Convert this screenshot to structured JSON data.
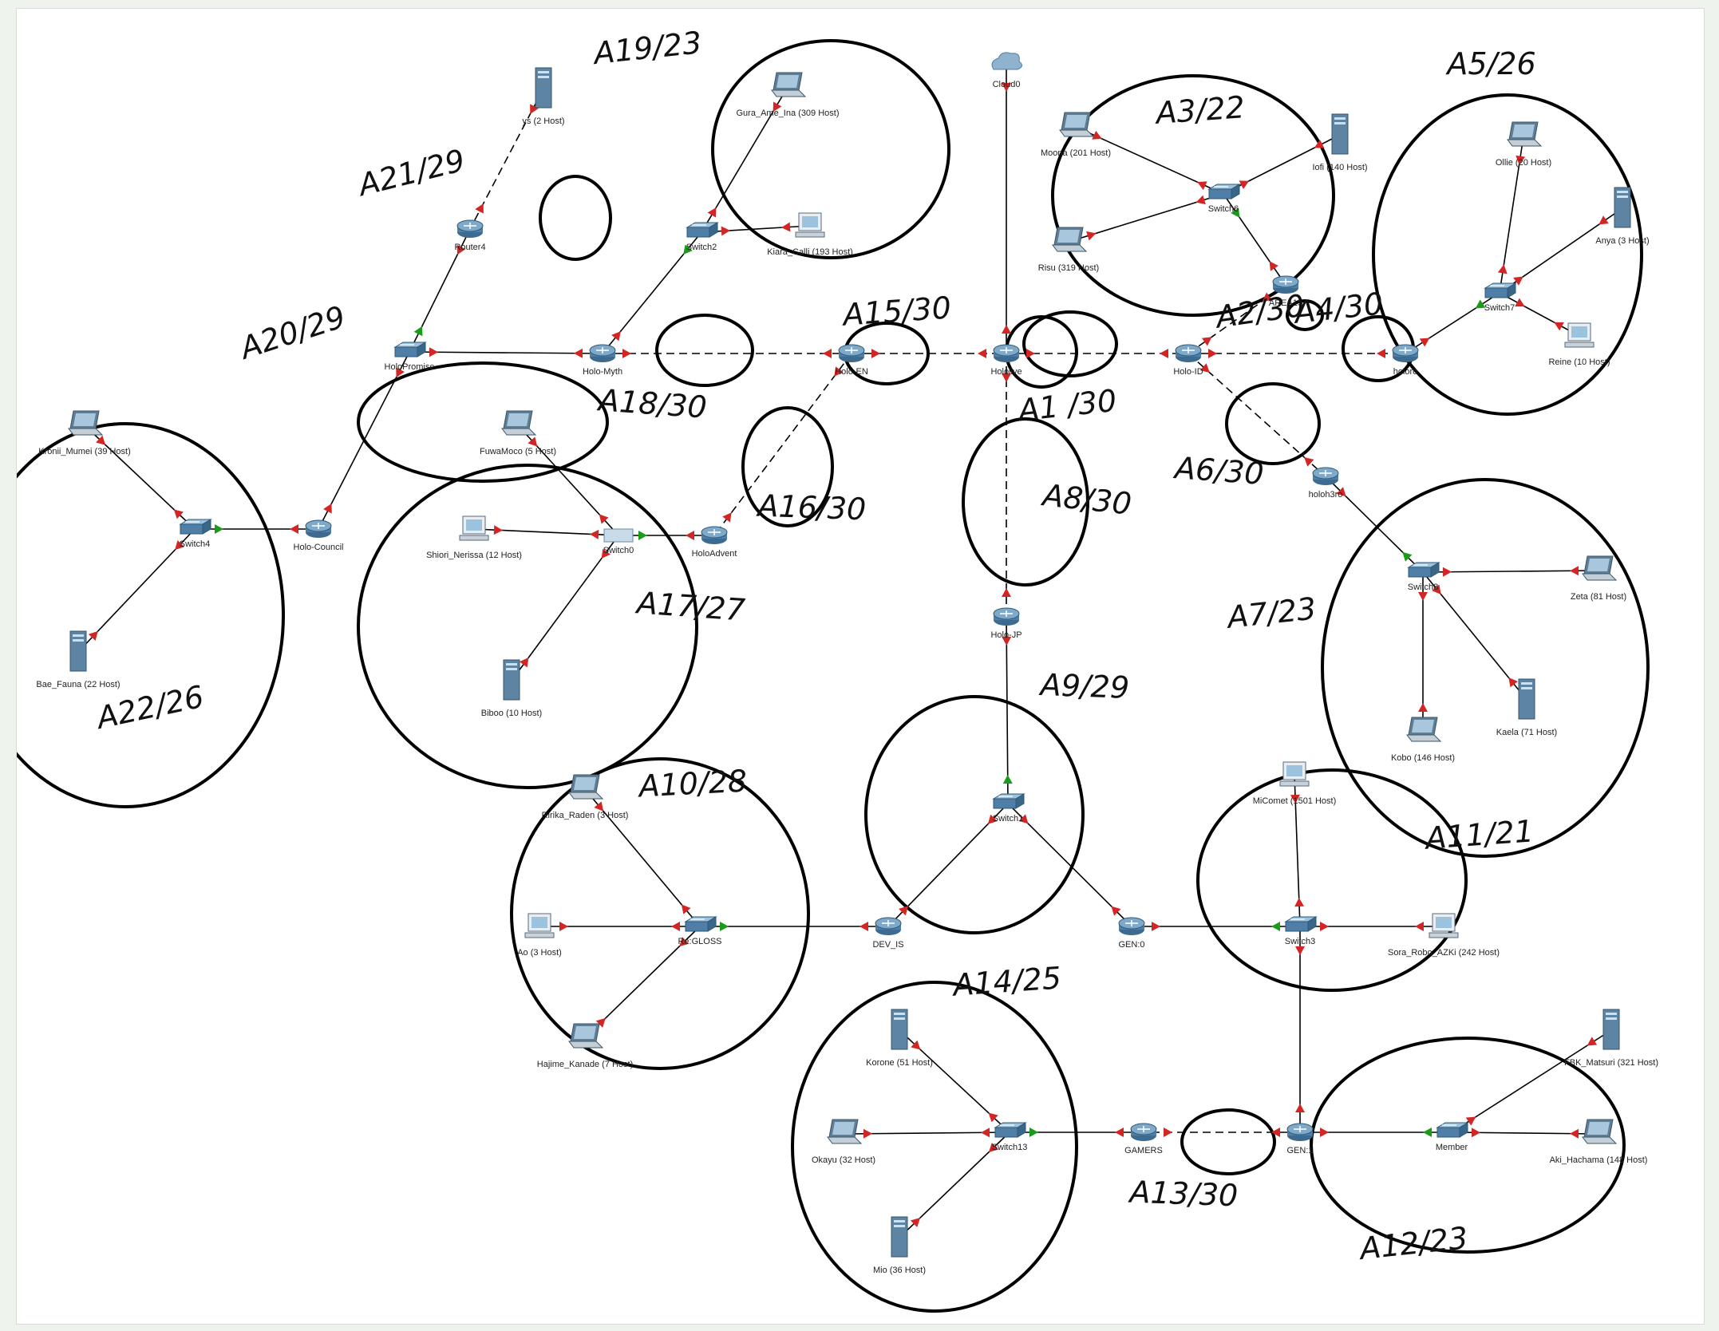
{
  "colors": {
    "port_up": "#1a9b1a",
    "port_down": "#d42525",
    "device_blue": "#4f7fa6",
    "ink": "#000000"
  },
  "nodes": [
    {
      "id": "cloud0",
      "type": "cloud",
      "label": "Cloud0"
    },
    {
      "id": "sys",
      "type": "server",
      "label": "ys (2 Host)"
    },
    {
      "id": "router4",
      "type": "router",
      "label": "Router4"
    },
    {
      "id": "holopromise",
      "type": "switch",
      "label": "HoloPromise"
    },
    {
      "id": "holocouncil",
      "type": "router",
      "label": "Holo-Council"
    },
    {
      "id": "switch4",
      "type": "switch",
      "label": "Switch4"
    },
    {
      "id": "kronii",
      "type": "laptop",
      "label": "Kronii_Mumei (39 Host)"
    },
    {
      "id": "fauna",
      "type": "server",
      "label": "Bae_Fauna (22 Host)"
    },
    {
      "id": "holomyth",
      "type": "router",
      "label": "Holo-Myth"
    },
    {
      "id": "switch2",
      "type": "switch",
      "label": "Switch2"
    },
    {
      "id": "gura",
      "type": "laptop",
      "label": "Gura_Ame_Ina (309 Host)"
    },
    {
      "id": "kiara",
      "type": "pc",
      "label": "Kiara_Calli (193 Host)"
    },
    {
      "id": "holoen",
      "type": "router",
      "label": "Holo-EN"
    },
    {
      "id": "holoadvent",
      "type": "router",
      "label": "HoloAdvent"
    },
    {
      "id": "switch0",
      "type": "hub",
      "label": "Switch0"
    },
    {
      "id": "fuwamoco",
      "type": "laptop",
      "label": "FuwaMoco (5 Host)"
    },
    {
      "id": "shiori",
      "type": "pc",
      "label": "Shiori_Nerissa (12 Host)"
    },
    {
      "id": "biboo",
      "type": "server",
      "label": "Biboo (10 Host)"
    },
    {
      "id": "hololive",
      "type": "router",
      "label": "Hololive"
    },
    {
      "id": "holoid",
      "type": "router",
      "label": "Holo-ID"
    },
    {
      "id": "area15",
      "type": "router",
      "label": "AREA15"
    },
    {
      "id": "switch6",
      "type": "switch",
      "label": "Switch6"
    },
    {
      "id": "moona",
      "type": "laptop",
      "label": "Moona (201 Host)"
    },
    {
      "id": "iofi",
      "type": "server",
      "label": "Iofi (140 Host)"
    },
    {
      "id": "risu",
      "type": "laptop",
      "label": "Risu (319 Host)"
    },
    {
      "id": "holoro",
      "type": "router",
      "label": "holoro"
    },
    {
      "id": "switch7",
      "type": "switch",
      "label": "Switch7"
    },
    {
      "id": "ollie",
      "type": "laptop",
      "label": "Ollie (20 Host)"
    },
    {
      "id": "anya",
      "type": "server",
      "label": "Anya (3 Host)"
    },
    {
      "id": "reine",
      "type": "pc",
      "label": "Reine (10 Host)"
    },
    {
      "id": "holoh3ro",
      "type": "router",
      "label": "holoh3ro"
    },
    {
      "id": "switch8",
      "type": "switch",
      "label": "Switch8"
    },
    {
      "id": "zeta",
      "type": "laptop",
      "label": "Zeta (81 Host)"
    },
    {
      "id": "kaela",
      "type": "server",
      "label": "Kaela (71 Host)"
    },
    {
      "id": "kobo",
      "type": "laptop",
      "label": "Kobo (146 Host)"
    },
    {
      "id": "holojp",
      "type": "router",
      "label": "Holo-JP"
    },
    {
      "id": "switch1",
      "type": "switch",
      "label": "Switch1"
    },
    {
      "id": "devis",
      "type": "router",
      "label": "DEV_IS"
    },
    {
      "id": "reglos",
      "type": "switch",
      "label": "Re:GLOSS"
    },
    {
      "id": "ririka",
      "type": "laptop",
      "label": "Ririka_Raden (3 Host)"
    },
    {
      "id": "ao",
      "type": "pc",
      "label": "Ao (3 Host)"
    },
    {
      "id": "hajime",
      "type": "laptop",
      "label": "Hajime_Kanade (7 Host)"
    },
    {
      "id": "gen0",
      "type": "router",
      "label": "GEN:0"
    },
    {
      "id": "switch3",
      "type": "switch",
      "label": "Switch3"
    },
    {
      "id": "micomet",
      "type": "pc",
      "label": "MiComet (1501 Host)"
    },
    {
      "id": "sora",
      "type": "pc",
      "label": "Sora_Robo_AZKi (242 Host)"
    },
    {
      "id": "gen1",
      "type": "router",
      "label": "GEN:1"
    },
    {
      "id": "gamers",
      "type": "router",
      "label": "GAMERS"
    },
    {
      "id": "switch13",
      "type": "switch",
      "label": "Switch13"
    },
    {
      "id": "korone",
      "type": "server",
      "label": "Korone (51 Host)"
    },
    {
      "id": "okayu",
      "type": "laptop",
      "label": "Okayu (32 Host)"
    },
    {
      "id": "mio",
      "type": "server",
      "label": "Mio (36 Host)"
    },
    {
      "id": "member",
      "type": "switch",
      "label": "Member"
    },
    {
      "id": "fbk",
      "type": "server",
      "label": "FBK_Matsuri (321 Host)"
    },
    {
      "id": "aki",
      "type": "laptop",
      "label": "Aki_Hachama (148 Host)"
    }
  ],
  "links": [
    {
      "from": "cloud0",
      "to": "hololive",
      "style": "solid"
    },
    {
      "from": "sys",
      "to": "router4",
      "style": "dashed"
    },
    {
      "from": "router4",
      "to": "holopromise",
      "style": "solid"
    },
    {
      "from": "holopromise",
      "to": "holocouncil",
      "style": "solid"
    },
    {
      "from": "holocouncil",
      "to": "switch4",
      "style": "solid"
    },
    {
      "from": "switch4",
      "to": "kronii",
      "style": "solid"
    },
    {
      "from": "switch4",
      "to": "fauna",
      "style": "solid"
    },
    {
      "from": "holopromise",
      "to": "holomyth",
      "style": "solid"
    },
    {
      "from": "holomyth",
      "to": "switch2",
      "style": "solid"
    },
    {
      "from": "switch2",
      "to": "gura",
      "style": "solid"
    },
    {
      "from": "switch2",
      "to": "kiara",
      "style": "solid"
    },
    {
      "from": "holomyth",
      "to": "holoen",
      "style": "dashed"
    },
    {
      "from": "holoen",
      "to": "hololive",
      "style": "dashed"
    },
    {
      "from": "holoen",
      "to": "holoadvent",
      "style": "dashed"
    },
    {
      "from": "holoadvent",
      "to": "switch0",
      "style": "solid"
    },
    {
      "from": "switch0",
      "to": "fuwamoco",
      "style": "solid"
    },
    {
      "from": "switch0",
      "to": "shiori",
      "style": "solid"
    },
    {
      "from": "switch0",
      "to": "biboo",
      "style": "solid"
    },
    {
      "from": "hololive",
      "to": "holoid",
      "style": "dashed"
    },
    {
      "from": "holoid",
      "to": "area15",
      "style": "dashed"
    },
    {
      "from": "area15",
      "to": "switch6",
      "style": "solid"
    },
    {
      "from": "switch6",
      "to": "moona",
      "style": "solid"
    },
    {
      "from": "switch6",
      "to": "iofi",
      "style": "solid"
    },
    {
      "from": "switch6",
      "to": "risu",
      "style": "solid"
    },
    {
      "from": "holoid",
      "to": "holoro",
      "style": "dashed"
    },
    {
      "from": "holoro",
      "to": "switch7",
      "style": "solid"
    },
    {
      "from": "switch7",
      "to": "ollie",
      "style": "solid"
    },
    {
      "from": "switch7",
      "to": "anya",
      "style": "solid"
    },
    {
      "from": "switch7",
      "to": "reine",
      "style": "solid"
    },
    {
      "from": "holoid",
      "to": "holoh3ro",
      "style": "dashed"
    },
    {
      "from": "holoh3ro",
      "to": "switch8",
      "style": "solid"
    },
    {
      "from": "switch8",
      "to": "zeta",
      "style": "solid"
    },
    {
      "from": "switch8",
      "to": "kaela",
      "style": "solid"
    },
    {
      "from": "switch8",
      "to": "kobo",
      "style": "solid"
    },
    {
      "from": "hololive",
      "to": "holojp",
      "style": "dashed"
    },
    {
      "from": "holojp",
      "to": "switch1",
      "style": "solid"
    },
    {
      "from": "switch1",
      "to": "devis",
      "style": "solid"
    },
    {
      "from": "switch1",
      "to": "gen0",
      "style": "solid"
    },
    {
      "from": "devis",
      "to": "reglos",
      "style": "solid"
    },
    {
      "from": "reglos",
      "to": "ririka",
      "style": "solid"
    },
    {
      "from": "reglos",
      "to": "ao",
      "style": "solid"
    },
    {
      "from": "reglos",
      "to": "hajime",
      "style": "solid"
    },
    {
      "from": "gen0",
      "to": "switch3",
      "style": "solid"
    },
    {
      "from": "switch3",
      "to": "micomet",
      "style": "solid"
    },
    {
      "from": "switch3",
      "to": "sora",
      "style": "solid"
    },
    {
      "from": "switch3",
      "to": "gen1",
      "style": "solid"
    },
    {
      "from": "gen1",
      "to": "gamers",
      "style": "dashed"
    },
    {
      "from": "gamers",
      "to": "switch13",
      "style": "solid"
    },
    {
      "from": "switch13",
      "to": "korone",
      "style": "solid"
    },
    {
      "from": "switch13",
      "to": "okayu",
      "style": "solid"
    },
    {
      "from": "switch13",
      "to": "mio",
      "style": "solid"
    },
    {
      "from": "gen1",
      "to": "member",
      "style": "solid"
    },
    {
      "from": "member",
      "to": "fbk",
      "style": "solid"
    },
    {
      "from": "member",
      "to": "aki",
      "style": "solid"
    }
  ],
  "annotations": [
    {
      "id": "a1",
      "text": "A1 /30"
    },
    {
      "id": "a2",
      "text": "A2/30"
    },
    {
      "id": "a3",
      "text": "A3/22"
    },
    {
      "id": "a4",
      "text": "A4/30"
    },
    {
      "id": "a5",
      "text": "A5/26"
    },
    {
      "id": "a6",
      "text": "A6/30"
    },
    {
      "id": "a7",
      "text": "A7/23"
    },
    {
      "id": "a8",
      "text": "A8/30"
    },
    {
      "id": "a9",
      "text": "A9/29"
    },
    {
      "id": "a10",
      "text": "A10/28"
    },
    {
      "id": "a11",
      "text": "A11/21"
    },
    {
      "id": "a12",
      "text": "A12/23"
    },
    {
      "id": "a13",
      "text": "A13/30"
    },
    {
      "id": "a14",
      "text": "A14/25"
    },
    {
      "id": "a15",
      "text": "A15/30"
    },
    {
      "id": "a16",
      "text": "A16/30"
    },
    {
      "id": "a17",
      "text": "A17/27"
    },
    {
      "id": "a18",
      "text": "A18/30"
    },
    {
      "id": "a19",
      "text": "A19/23"
    },
    {
      "id": "a20",
      "text": "A20/29"
    },
    {
      "id": "a21",
      "text": "A21/29"
    },
    {
      "id": "a22",
      "text": "A22/26"
    }
  ]
}
